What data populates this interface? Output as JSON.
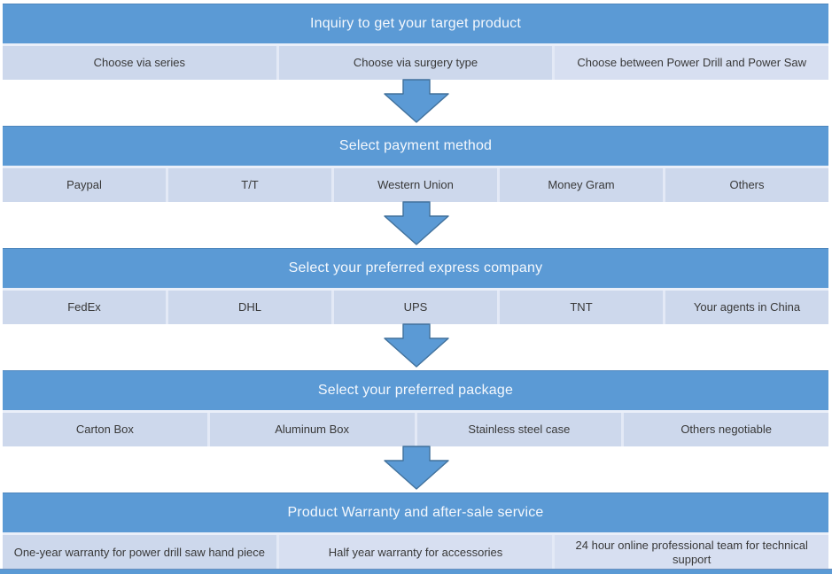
{
  "diagram": {
    "accent_color": "#5b9ad5",
    "cell_color": "#cdd8ec",
    "arrow_border_color": "#41719c",
    "sections": [
      {
        "title": "Inquiry to get your target product",
        "items": [
          "Choose via series",
          "Choose via surgery type",
          "Choose  between Power Drill and Power Saw"
        ]
      },
      {
        "title": "Select payment method",
        "items": [
          "Paypal",
          "T/T",
          "Western Union",
          "Money Gram",
          "Others"
        ]
      },
      {
        "title": "Select your preferred express company",
        "items": [
          "FedEx",
          "DHL",
          "UPS",
          "TNT",
          "Your agents in China"
        ]
      },
      {
        "title": "Select your preferred package",
        "items": [
          "Carton Box",
          "Aluminum Box",
          "Stainless steel case",
          "Others negotiable"
        ]
      },
      {
        "title": "Product Warranty and after-sale service",
        "items": [
          "One-year warranty for power drill saw hand piece",
          "Half year warranty for accessories",
          "24 hour online professional team for technical support"
        ]
      }
    ]
  }
}
